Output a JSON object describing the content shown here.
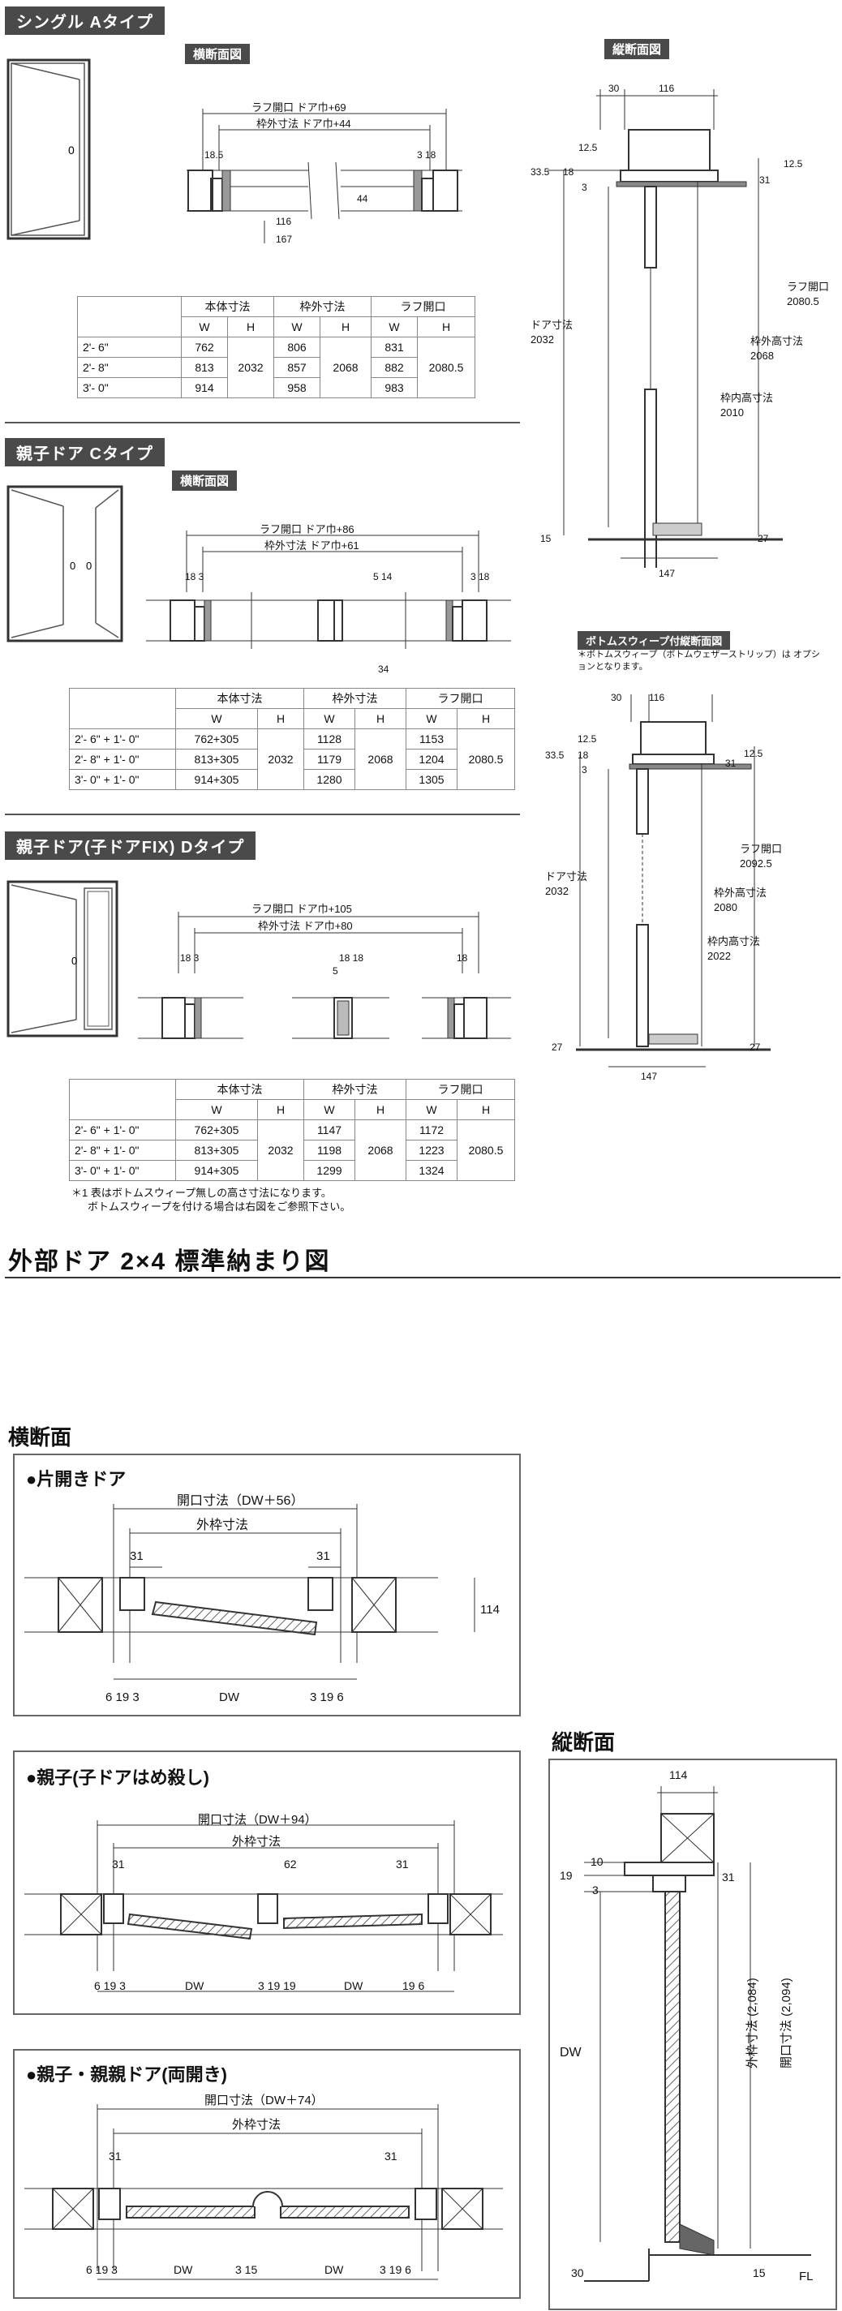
{
  "top": {
    "single_tag": "シングル Aタイプ",
    "yokodanmen": "横断面図",
    "tatedanmen": "縦断面図",
    "single_dims": {
      "rough": "ラフ開口 ドア巾+69",
      "frame": "枠外寸法 ドア巾+44",
      "d18_5": "18.5",
      "d3_18": "3 18",
      "d44": "44",
      "d116": "116",
      "d167": "167"
    },
    "single_table": {
      "h_hontai": "本体寸法",
      "h_waku": "枠外寸法",
      "h_rough": "ラフ開口",
      "W": "W",
      "H": "H",
      "rows": [
        {
          "label": "2'- 6\"",
          "w": "762",
          "fw": "806",
          "rw": "831"
        },
        {
          "label": "2'- 8\"",
          "w": "813",
          "fw": "857",
          "rw": "882"
        },
        {
          "label": "3'- 0\"",
          "w": "914",
          "fw": "958",
          "rw": "983"
        }
      ],
      "h_val": "2032",
      "fh_val": "2068",
      "rh_val": "2080.5"
    },
    "vert1": {
      "d30": "30",
      "d116": "116",
      "d12_5a": "12.5",
      "d12_5b": "12.5",
      "d33_5": "33.5",
      "d18": "18",
      "d3": "3",
      "d31": "31",
      "door": "ドア寸法",
      "door_v": "2032",
      "rough": "ラフ開口",
      "rough_v": "2080.5",
      "outer": "枠外高寸法",
      "outer_v": "2068",
      "inner": "枠内高寸法",
      "inner_v": "2010",
      "d15": "15",
      "d27": "27",
      "d147": "147"
    },
    "c_tag": "親子ドア Cタイプ",
    "c_dims": {
      "rough": "ラフ開口 ドア巾+86",
      "frame": "枠外寸法 ドア巾+61",
      "d18_3": "18 3",
      "d5_14": "5 14",
      "d3_18": "3 18",
      "d34": "34"
    },
    "c_table": {
      "rows": [
        {
          "label": "2'- 6\" + 1'- 0\"",
          "w": "762+305",
          "fw": "1128",
          "rw": "1153"
        },
        {
          "label": "2'- 8\" + 1'- 0\"",
          "w": "813+305",
          "fw": "1179",
          "rw": "1204"
        },
        {
          "label": "3'- 0\" + 1'- 0\"",
          "w": "914+305",
          "fw": "1280",
          "rw": "1305"
        }
      ]
    },
    "bottom_sweep_tag": "ボトムスウィープ付縦断面図",
    "bottom_sweep_note": "＊ボトムスウィープ（ボトムウェザーストリップ）は オプションとなります。",
    "vert2": {
      "d30": "30",
      "d116": "116",
      "d12_5a": "12.5",
      "d12_5b": "12.5",
      "d33_5": "33.5",
      "d18": "18",
      "d3": "3",
      "d31": "31",
      "door": "ドア寸法",
      "door_v": "2032",
      "rough": "ラフ開口",
      "rough_v": "2092.5",
      "outer": "枠外高寸法",
      "outer_v": "2080",
      "inner": "枠内高寸法",
      "inner_v": "2022",
      "d27a": "27",
      "d27b": "27",
      "d147": "147"
    },
    "d_tag": "親子ドア(子ドアFIX) Dタイプ",
    "d_dims": {
      "rough": "ラフ開口 ドア巾+105",
      "frame": "枠外寸法 ドア巾+80",
      "d18_3": "18 3",
      "d5": "5",
      "d18_18": "18 18",
      "d18": "18"
    },
    "d_table": {
      "rows": [
        {
          "label": "2'- 6\" + 1'- 0\"",
          "w": "762+305",
          "fw": "1147",
          "rw": "1172"
        },
        {
          "label": "2'- 8\" + 1'- 0\"",
          "w": "813+305",
          "fw": "1198",
          "rw": "1223"
        },
        {
          "label": "3'- 0\" + 1'- 0\"",
          "w": "914+305",
          "fw": "1299",
          "rw": "1324"
        }
      ]
    },
    "footnote1": "表はボトムスウィープ無しの高さ寸法になります。",
    "footnote2": "ボトムスウィープを付ける場合は右図をご参照下さい。",
    "star": "＊1"
  },
  "bottom": {
    "title": "外部ドア 2×4 標準納まり図",
    "yoko": "横断面",
    "tate": "縦断面",
    "p1": {
      "title": "●片開きドア",
      "open": "開口寸法（DW＋56）",
      "frame": "外枠寸法",
      "d31a": "31",
      "d31b": "31",
      "d114": "114",
      "b1": "6 19 3",
      "dw": "DW",
      "b2": "3 19 6"
    },
    "p2": {
      "title": "●親子(子ドアはめ殺し)",
      "open": "開口寸法（DW＋94）",
      "frame": "外枠寸法",
      "d31a": "31",
      "d62": "62",
      "d31b": "31",
      "b1": "6 19 3",
      "dw1": "DW",
      "b2": "3 19 19",
      "dw2": "DW",
      "b3": "19 6"
    },
    "p3": {
      "title": "●親子・親親ドア(両開き)",
      "open": "開口寸法（DW＋74）",
      "frame": "外枠寸法",
      "d31a": "31",
      "d31b": "31",
      "b1": "6 19 3",
      "dw1": "DW",
      "b2": "3 15",
      "dw2": "DW",
      "b3": "3 19 6"
    },
    "v": {
      "d114": "114",
      "d10": "10",
      "d19": "19",
      "d3": "3",
      "d31": "31",
      "dw": "DW",
      "outer": "外枠寸法 (2,084)",
      "open": "開口寸法 (2,094)",
      "d30": "30",
      "d15": "15",
      "fl": "FL"
    }
  }
}
